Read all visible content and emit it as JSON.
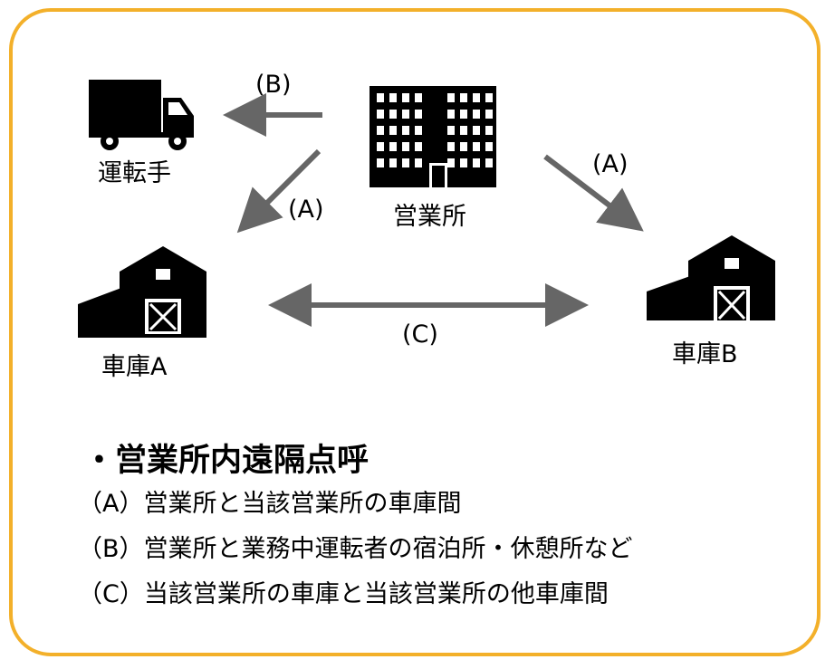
{
  "labels": {
    "driver": "運転手",
    "office": "営業所",
    "garage_a": "車庫A",
    "garage_b": "車庫B"
  },
  "arrows": {
    "b": "(B)",
    "a_left": "(A)",
    "a_right": "(A)",
    "c": "(C)"
  },
  "heading": "・営業所内遠隔点呼",
  "legend": [
    "（A）営業所と当該営業所の車庫間",
    "（B）営業所と業務中運転者の宿泊所・休憩所など",
    "（C）当該営業所の車庫と当該営業所の他車庫間"
  ],
  "colors": {
    "frame": "#f3b02a",
    "arrow": "#666666",
    "icon": "#000000"
  }
}
